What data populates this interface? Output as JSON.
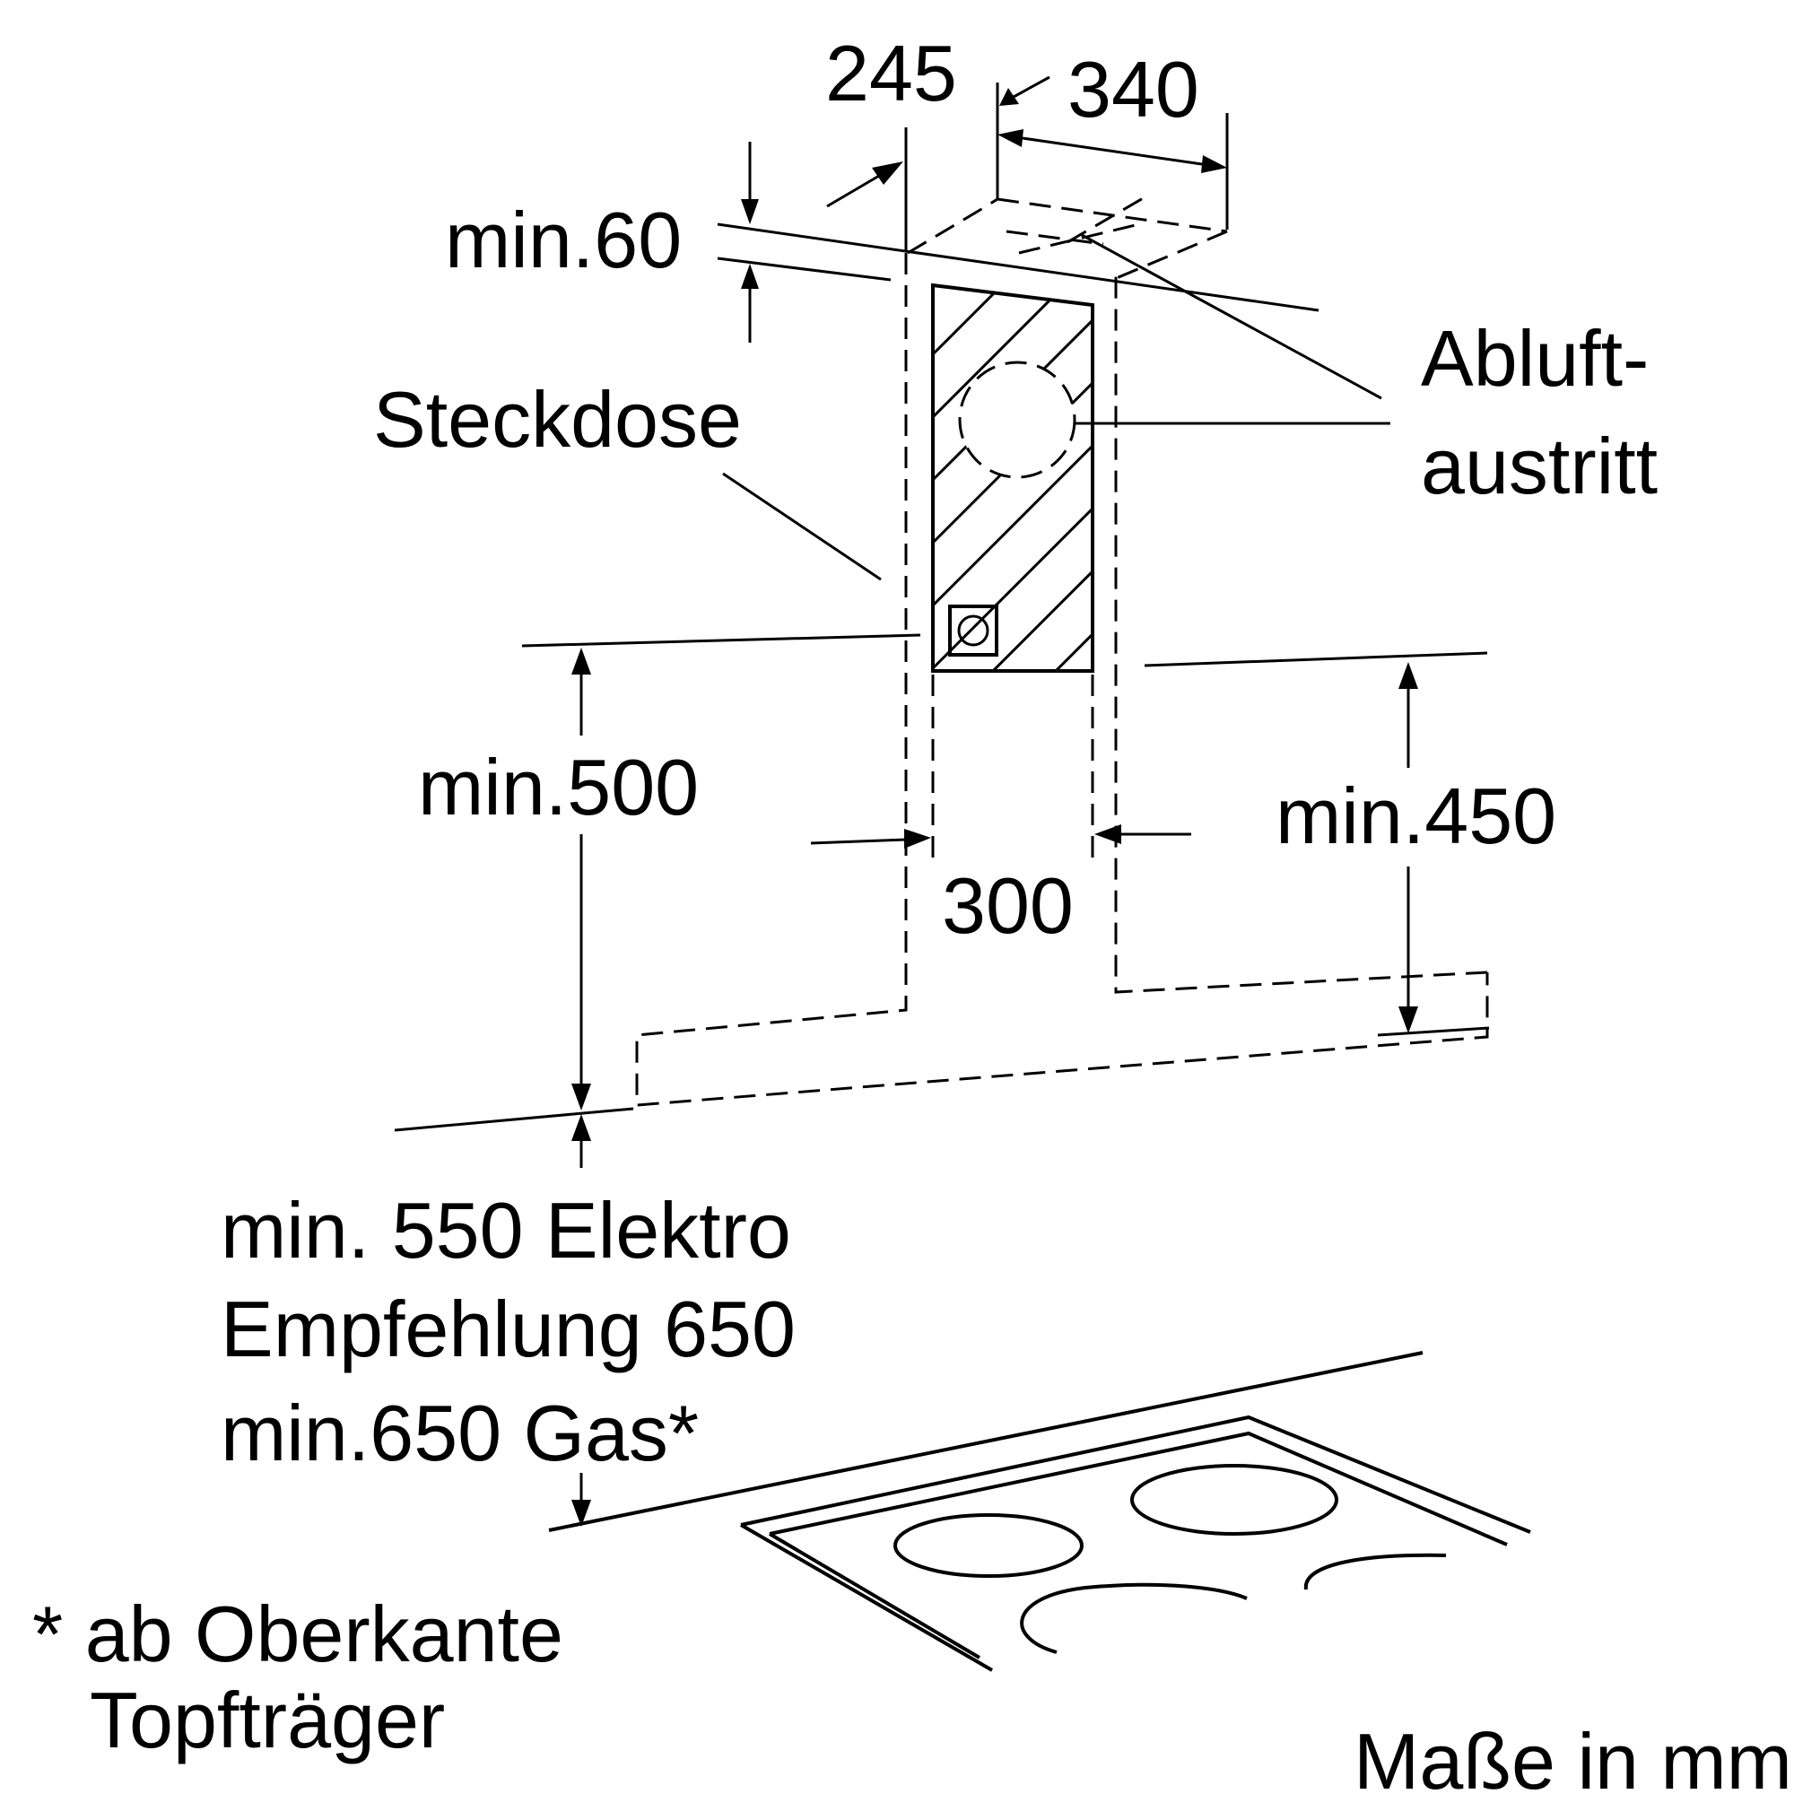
{
  "dimensions": {
    "width_left": "245",
    "depth_top": "340",
    "gap_top": "min.60",
    "socket_height": "min.500",
    "shaft_width": "300",
    "exhaust_height": "min.450"
  },
  "labels": {
    "socket": "Steckdose",
    "exhaust_line1": "Abluft-",
    "exhaust_line2": "austritt"
  },
  "hob_distance": {
    "line1": "min. 550 Elektro",
    "line2": "Empfehlung 650",
    "line3": "min.650 Gas*"
  },
  "footnote": {
    "line1": "* ab Oberkante",
    "line2": "Topfträger"
  },
  "units": "Maße in mm"
}
